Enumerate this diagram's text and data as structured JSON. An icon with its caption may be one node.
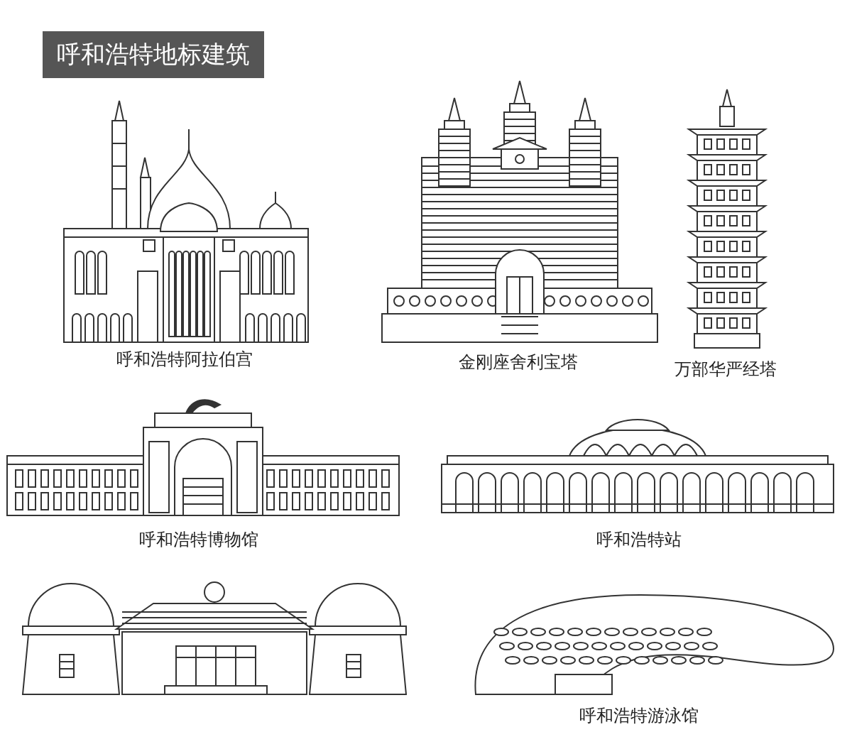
{
  "diagram": {
    "title": "呼和浩特地标建筑",
    "nodes": [
      {
        "text": [
          "呼和浩特阿拉伯宫"
        ]
      },
      {
        "text": [
          "金刚座舍利宝塔"
        ]
      },
      {
        "text": [
          "万部华严经塔"
        ]
      },
      {
        "text": [
          "呼和浩特博物馆"
        ]
      },
      {
        "text": [
          "呼和浩特站"
        ]
      },
      {
        "text": [],
        "shape": "picture"
      },
      {
        "text": [
          "呼和浩特游泳馆"
        ]
      }
    ]
  }
}
